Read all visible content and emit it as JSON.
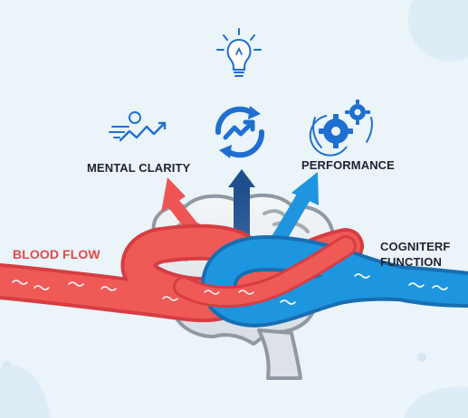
{
  "labels": {
    "mental_clarity": "MENTAL CLARITY",
    "performance": "PERFORMANCE",
    "blood_flow": "BLOOD FLOW",
    "cognitive_line1": "COGNITERF",
    "cognitive_line2": "FUNCTION"
  },
  "icons": {
    "top": "lightbulb-icon",
    "center": "refresh-growth-icon",
    "left": "rising-trend-icon",
    "right": "gears-icon"
  },
  "colors": {
    "background": "#eaf4f9",
    "red_flow": "#ee4b4b",
    "blue_flow": "#1f95df",
    "dark_arrow": "#1d4f8d",
    "icon_blue": "#1f6fd0",
    "text": "#1f2233"
  }
}
